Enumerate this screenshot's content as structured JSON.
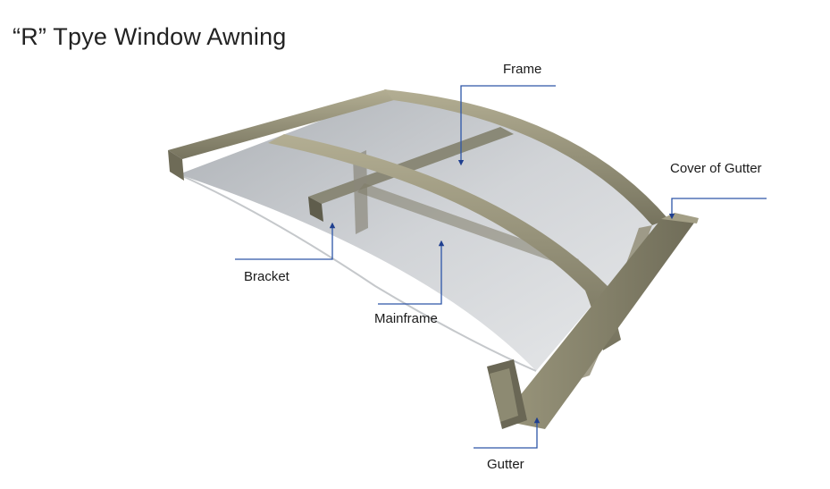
{
  "title": "“R” Tpye Window Awning",
  "labels": {
    "frame": "Frame",
    "cover_of_gutter": "Cover of Gutter",
    "bracket": "Bracket",
    "mainframe": "Mainframe",
    "gutter": "Gutter"
  },
  "colors": {
    "callout_line": "#2d56a8",
    "frame_metal": "#8d8a73",
    "panel": "#c8ccd1"
  }
}
